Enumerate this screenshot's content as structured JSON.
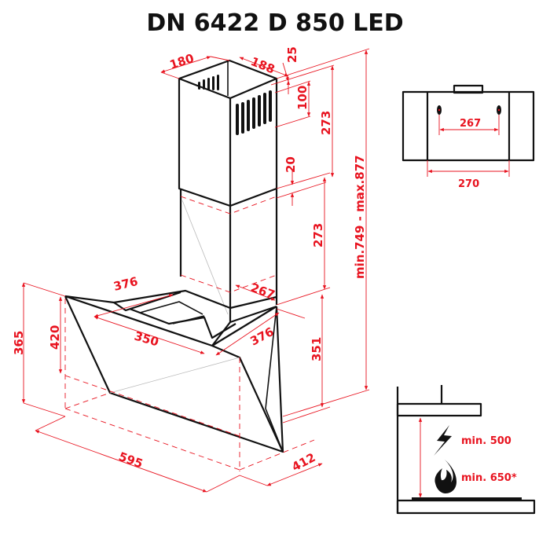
{
  "title": "DN 6422 D 850 LED",
  "colors": {
    "dimension": "#e8131f",
    "outline": "#111111",
    "background": "#ffffff"
  },
  "main_view": {
    "chimney_top": {
      "width_left": "180",
      "width_right": "188",
      "top_offset": "25",
      "vent_height": "100",
      "upper_section": "273"
    },
    "chimney_lower": {
      "overlap": "20",
      "lower_section": "273",
      "base_left": "376",
      "base_right": "267"
    },
    "total_height": "min.749 - max.877",
    "hood": {
      "top_depth_left": "350",
      "top_depth_right": "376",
      "front_height": "420",
      "left_height": "365",
      "side_height": "351",
      "width": "595",
      "depth": "412"
    }
  },
  "back_view": {
    "mount_holes_spacing": "267",
    "chimney_width": "270"
  },
  "clearance_view": {
    "electric": {
      "icon": "lightning-icon",
      "label": "min. 500"
    },
    "gas": {
      "icon": "flame-icon",
      "label": "min. 650*"
    }
  }
}
